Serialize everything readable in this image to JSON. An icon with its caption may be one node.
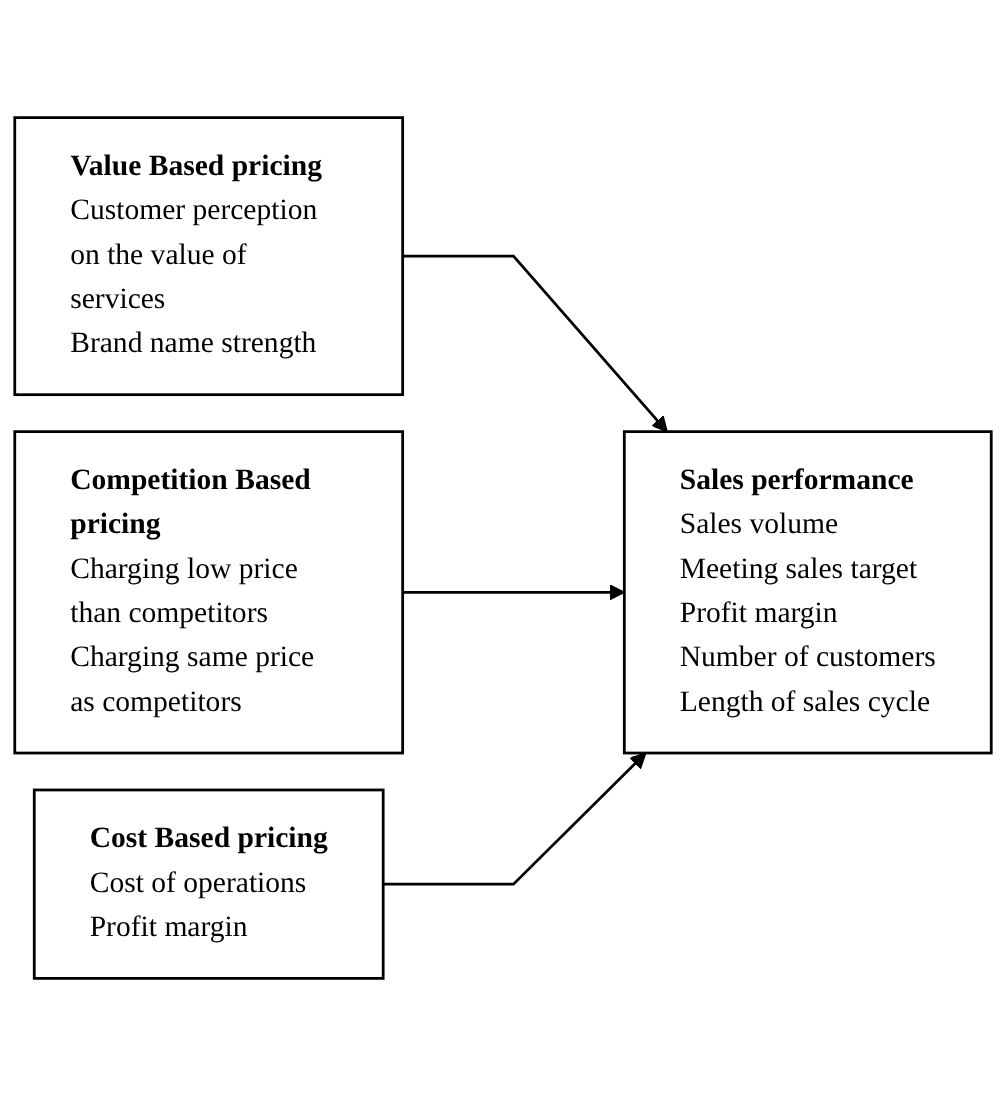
{
  "diagram": {
    "nodes": [
      {
        "text": [
          "Value Based pricing",
          "Customer perception on the value of services",
          "Brand name strength"
        ]
      },
      {
        "text": [
          "Competition Based pricing",
          "Charging low price than competitors",
          "Charging same price as competitors"
        ]
      },
      {
        "text": [
          "Cost Based pricing",
          "Cost of operations",
          "Profit margin"
        ]
      },
      {
        "text": [
          "Sales performance",
          "Sales volume",
          "Meeting sales target",
          "Profit margin",
          "Number of customers",
          "Length of sales cycle"
        ]
      }
    ],
    "edges": [
      {
        "from": 0,
        "to": 3,
        "arrow": "to"
      },
      {
        "from": 1,
        "to": 3,
        "arrow": "to"
      },
      {
        "from": 2,
        "to": 3,
        "arrow": "to"
      }
    ]
  }
}
